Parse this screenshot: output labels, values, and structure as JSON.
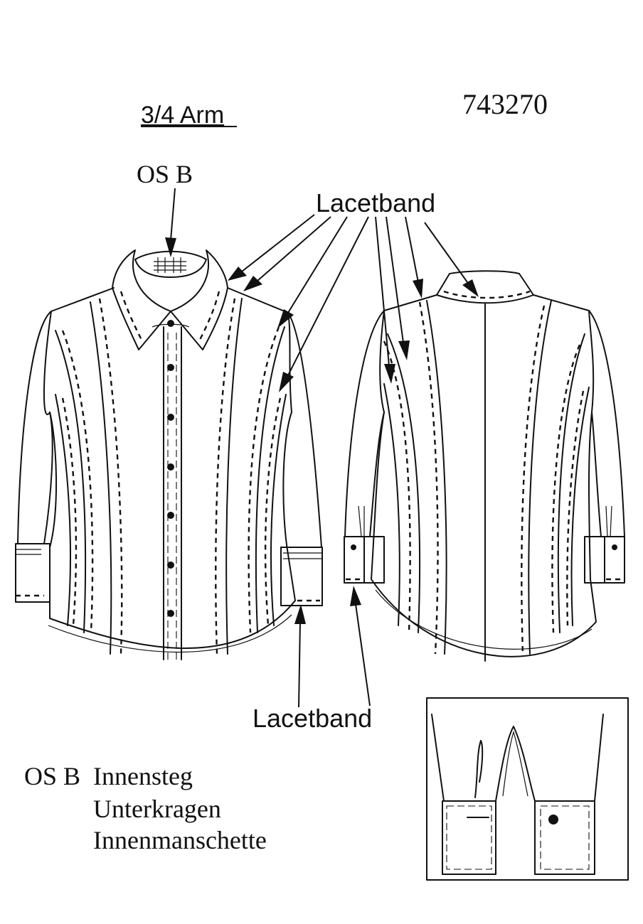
{
  "labels": {
    "sleeve_title": "3/4 Arm",
    "article_number": "743270",
    "os_b_top": "OS B",
    "lacetband_top": "Lacetband",
    "lacetband_bottom": "Lacetband",
    "notes_prefix": "OS B",
    "notes": [
      "Innensteg",
      "Unterkragen",
      "Innenmanschette"
    ]
  }
}
